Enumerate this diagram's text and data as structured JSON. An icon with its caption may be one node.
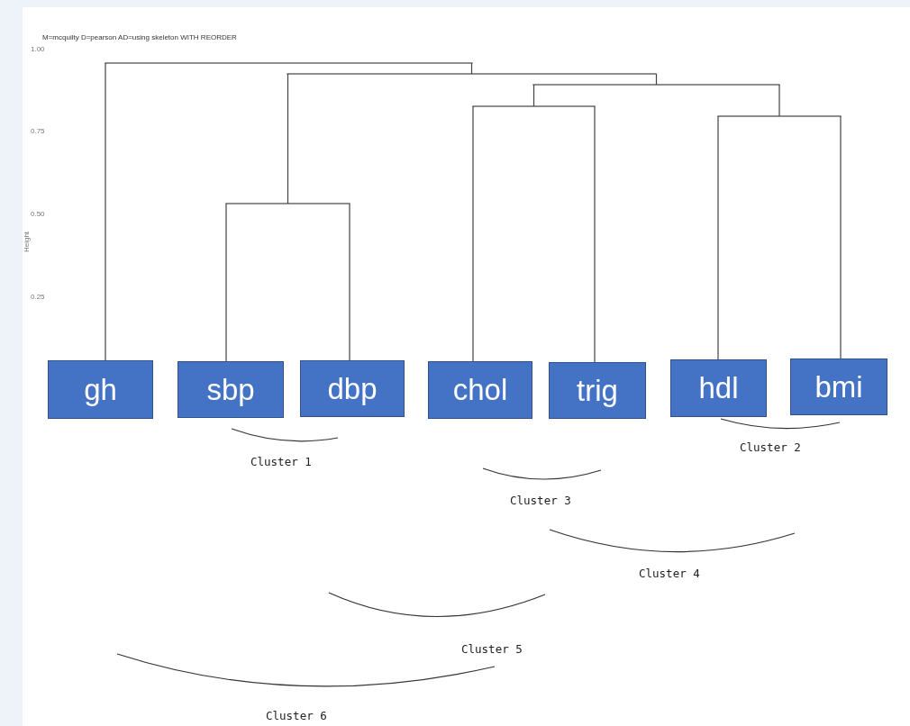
{
  "diagram": {
    "title": "M=mcquilty D=pearson AD=using skeleton WITH REORDER",
    "nodes": [
      {
        "text": [
          "gh"
        ]
      },
      {
        "text": [
          "sbp"
        ]
      },
      {
        "text": [
          "dbp"
        ]
      },
      {
        "text": [
          "chol"
        ]
      },
      {
        "text": [
          "trig"
        ]
      },
      {
        "text": [
          "hdl"
        ]
      },
      {
        "text": [
          "bmi"
        ]
      },
      {
        "text": [],
        "shape": "bar"
      },
      {
        "text": [],
        "shape": "bar"
      },
      {
        "text": [],
        "shape": "bar"
      },
      {
        "text": [],
        "shape": "bar"
      },
      {
        "text": [],
        "shape": "bar"
      },
      {
        "text": [],
        "shape": "bar"
      }
    ],
    "edges": [
      {
        "from": 0,
        "to": 7,
        "arrow": "none"
      },
      {
        "from": 8,
        "to": 7,
        "arrow": "none"
      },
      {
        "from": 12,
        "to": 8,
        "arrow": "none"
      },
      {
        "from": 9,
        "to": 8,
        "arrow": "none"
      },
      {
        "from": 10,
        "to": 9,
        "arrow": "none"
      },
      {
        "from": 11,
        "to": 9,
        "arrow": "none"
      },
      {
        "from": 1,
        "to": 12,
        "arrow": "none"
      },
      {
        "from": 2,
        "to": 12,
        "arrow": "none"
      },
      {
        "from": 3,
        "to": 10,
        "arrow": "none"
      },
      {
        "from": 4,
        "to": 10,
        "arrow": "none"
      },
      {
        "from": 5,
        "to": 11,
        "arrow": "none"
      },
      {
        "from": 6,
        "to": 11,
        "arrow": "none"
      }
    ],
    "labels": [
      "1.00",
      "0.75",
      "0.50",
      "0.25",
      "Height",
      "Cluster 2",
      "Cluster 1",
      "Cluster 3",
      "Cluster 4",
      "Cluster 5",
      "Cluster 6"
    ]
  }
}
